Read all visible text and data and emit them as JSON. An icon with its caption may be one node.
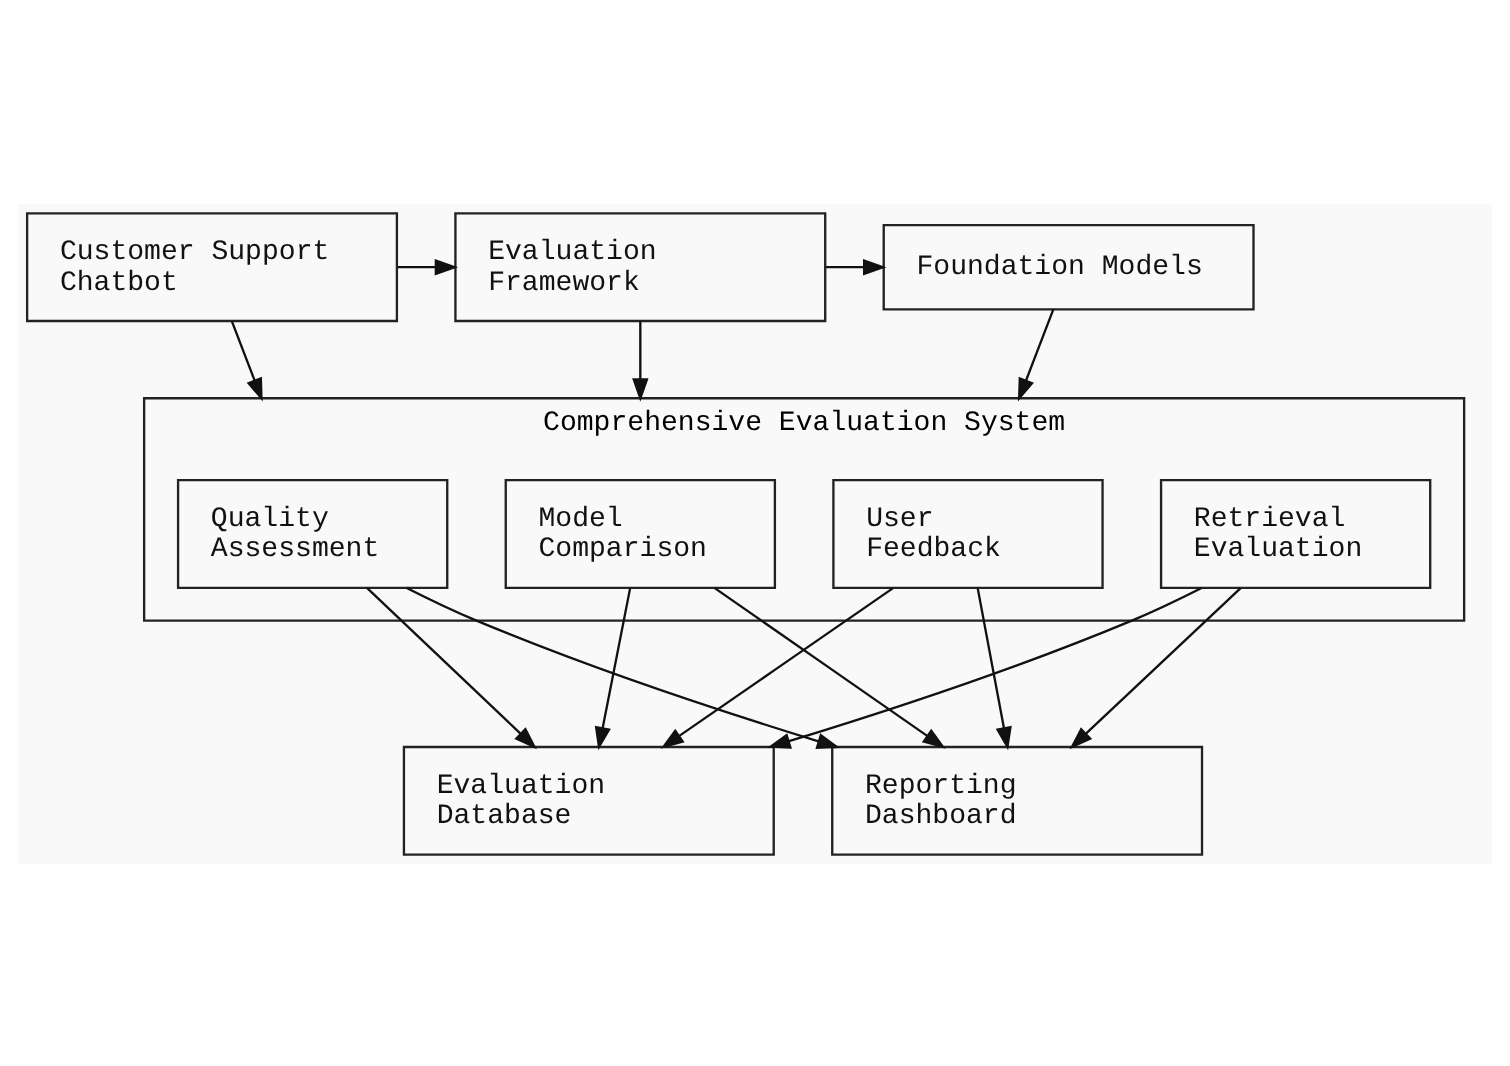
{
  "diagram": {
    "nodes": [
      {
        "text": [
          "Customer Support Chatbot"
        ]
      },
      {
        "text": [
          "Evaluation Framework"
        ]
      },
      {
        "text": [
          "Foundation Models"
        ]
      },
      {
        "text": [
          "Comprehensive Evaluation System"
        ]
      },
      {
        "text": [
          "Quality Assessment"
        ],
        "in": 3
      },
      {
        "text": [
          "Model Comparison"
        ],
        "in": 3
      },
      {
        "text": [
          "User Feedback"
        ],
        "in": 3
      },
      {
        "text": [
          "Retrieval Evaluation"
        ],
        "in": 3
      },
      {
        "text": [
          "Evaluation Database"
        ]
      },
      {
        "text": [
          "Reporting Dashboard"
        ]
      }
    ],
    "edges": [
      {
        "from": 0,
        "to": 1,
        "arrow": "to"
      },
      {
        "from": 1,
        "to": 2,
        "arrow": "to"
      },
      {
        "from": 0,
        "to": 3,
        "arrow": "to"
      },
      {
        "from": 1,
        "to": 3,
        "arrow": "to"
      },
      {
        "from": 2,
        "to": 3,
        "arrow": "to"
      },
      {
        "from": 4,
        "to": 8,
        "arrow": "to"
      },
      {
        "from": 4,
        "to": 9,
        "arrow": "to"
      },
      {
        "from": 5,
        "to": 8,
        "arrow": "to"
      },
      {
        "from": 5,
        "to": 9,
        "arrow": "to"
      },
      {
        "from": 6,
        "to": 8,
        "arrow": "to"
      },
      {
        "from": 6,
        "to": 9,
        "arrow": "to"
      },
      {
        "from": 7,
        "to": 8,
        "arrow": "to"
      },
      {
        "from": 7,
        "to": 9,
        "arrow": "to"
      }
    ]
  }
}
